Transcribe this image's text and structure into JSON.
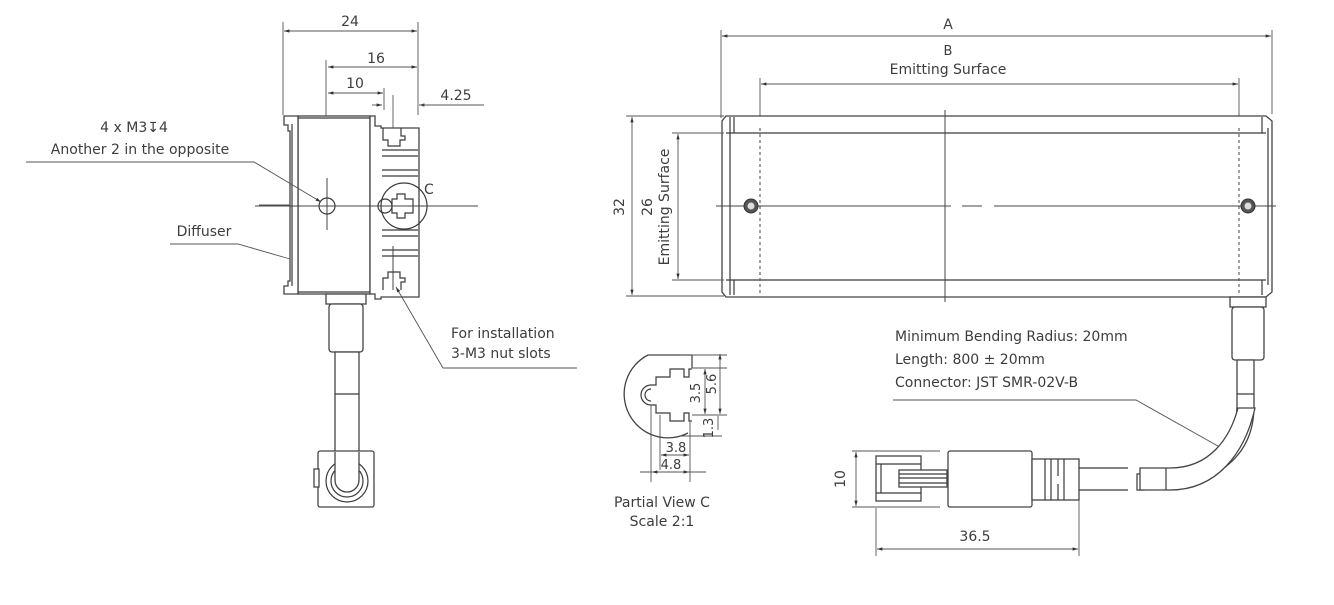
{
  "drawing": {
    "side_view": {
      "dims": {
        "width_total": "24",
        "width_16": "16",
        "width_10": "10",
        "slot_4_25": "4.25"
      },
      "callouts": {
        "screw_holes_line1": "4 x M3↧4",
        "screw_holes_line2": "Another 2 in the opposite",
        "diffuser": "Diffuser",
        "install_line1": "For installation",
        "install_line2": "3-M3 nut slots",
        "detail_label": "C"
      }
    },
    "front_view": {
      "dims": {
        "overall_length": "A",
        "emitting_length": "B",
        "emitting_length_label": "Emitting Surface",
        "height_total": "32",
        "emitting_height": "26",
        "emitting_height_label": "Emitting Surface"
      }
    },
    "partial_view": {
      "dims": {
        "d_3_5": "3.5",
        "d_5_6": "5.6",
        "d_1_3": "1.3",
        "d_3_8": "3.8",
        "d_4_8": "4.8"
      },
      "title_line1": "Partial View C",
      "title_line2": "Scale 2:1"
    },
    "cable": {
      "spec_line1": "Minimum Bending Radius: 20mm",
      "spec_line2": "Length: 800 ± 20mm",
      "spec_line3": "Connector: JST SMR-02V-B",
      "connector_height": "10",
      "connector_length": "36.5"
    }
  }
}
